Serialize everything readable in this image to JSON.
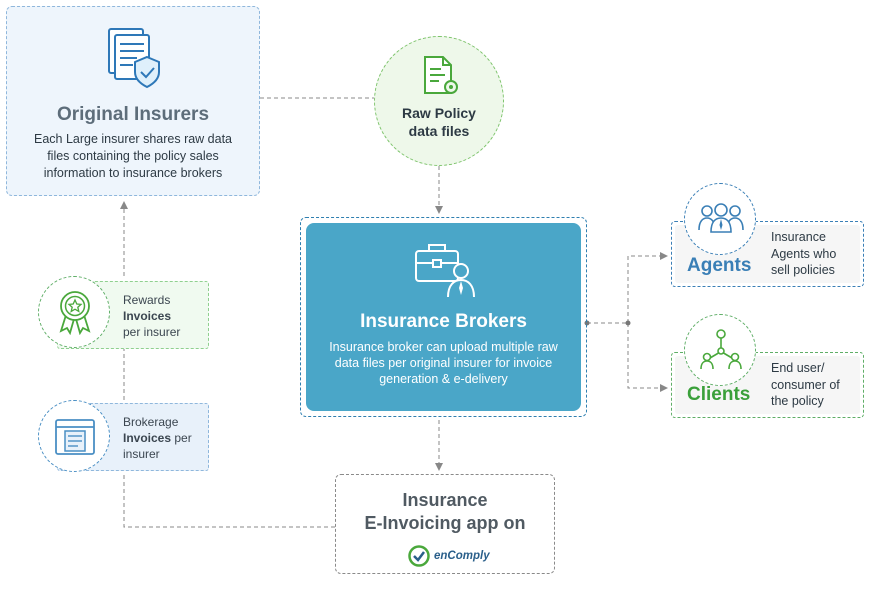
{
  "original_insurers": {
    "title": "Original Insurers",
    "description": "Each Large insurer shares raw data files containing the policy sales information to insurance brokers"
  },
  "raw_policy": {
    "line1": "Raw Policy",
    "line2": "data files"
  },
  "insurance_brokers": {
    "title": "Insurance Brokers",
    "description": "Insurance broker can upload multiple raw data files per original insurer for invoice generation & e-delivery"
  },
  "einvoicing": {
    "line1": "Insurance",
    "line2": "E-Invoicing app on",
    "logo_text": "enComply"
  },
  "rewards": {
    "line1": "Rewards",
    "line2_bold": "Invoices",
    "line3": "per insurer"
  },
  "brokerage": {
    "line1": "Brokerage",
    "line2_bold": "Invoices",
    "line2_rest": " per",
    "line3": "insurer"
  },
  "agents": {
    "name": "Agents",
    "line1": "Insurance",
    "line2": "Agents who",
    "line3": "sell policies"
  },
  "clients": {
    "name": "Clients",
    "line1": "End user/",
    "line2": "consumer of",
    "line3": "the policy"
  },
  "colors": {
    "broker": "#4aa6c8",
    "blue": "#3a7fb6",
    "green": "#3aa03a",
    "connector": "#888888"
  },
  "icons": [
    "document-shield-icon",
    "document-gear-icon",
    "briefcase-person-icon",
    "award-ribbon-icon",
    "invoice-icon",
    "agents-group-icon",
    "clients-network-icon",
    "encomply-logo-icon"
  ]
}
